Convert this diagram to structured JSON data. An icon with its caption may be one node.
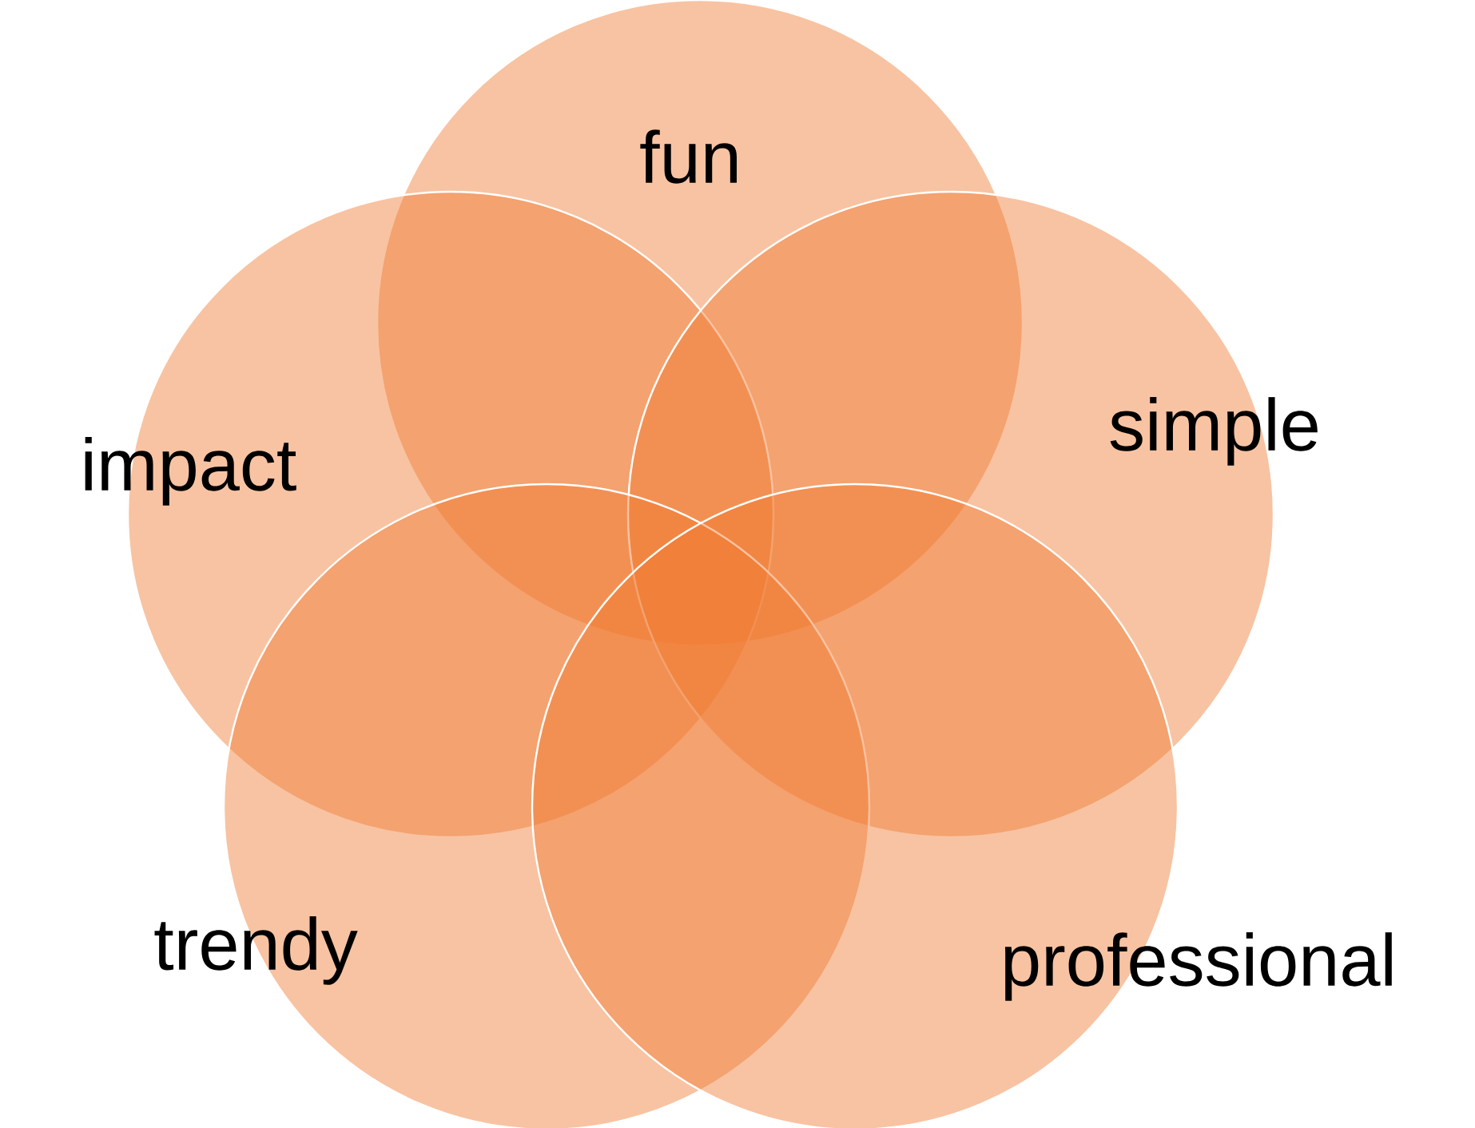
{
  "diagram": {
    "nodes": [
      {
        "text": [
          "fun"
        ]
      },
      {
        "text": [
          "impact"
        ]
      },
      {
        "text": [
          "simple"
        ]
      },
      {
        "text": [
          "trendy"
        ]
      },
      {
        "text": [
          "professional"
        ]
      }
    ]
  }
}
